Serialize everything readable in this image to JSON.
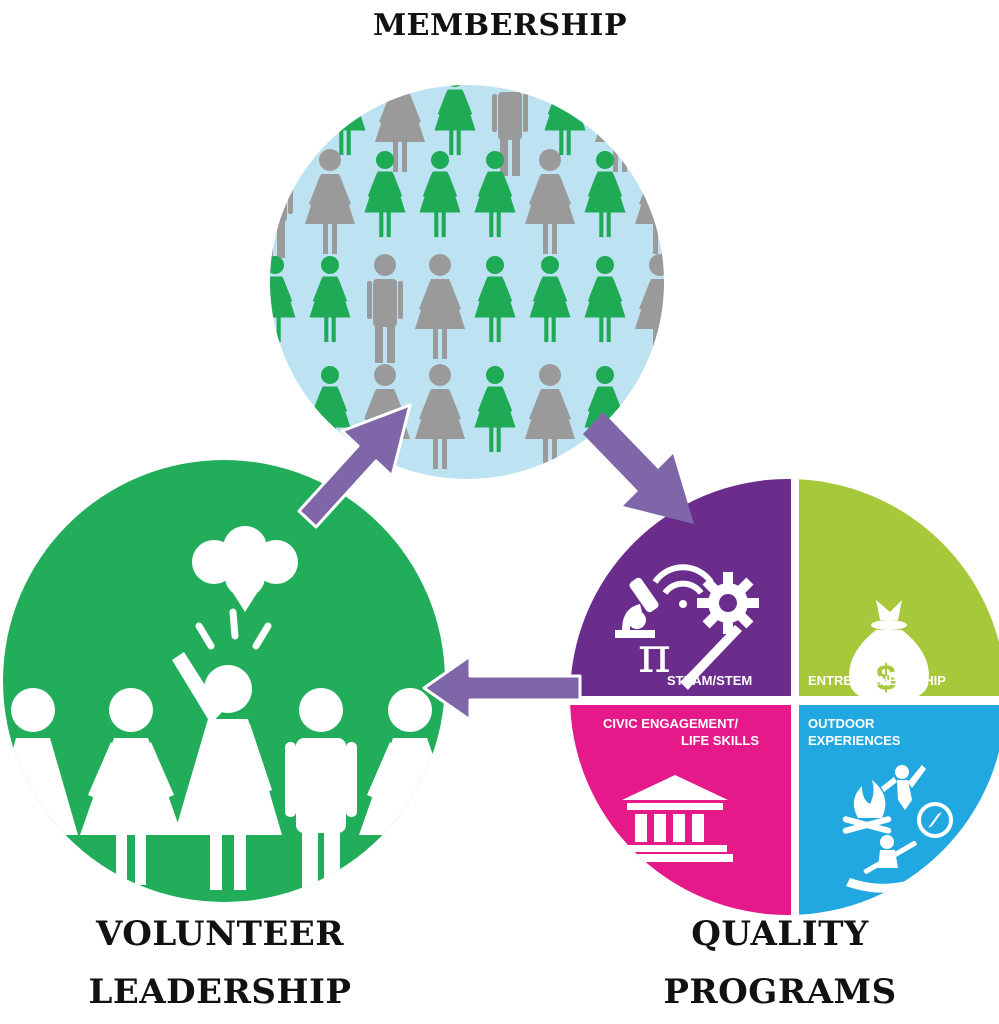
{
  "labels": {
    "membership": "MEMBERSHIP",
    "volunteer_line1": "VOLUNTEER",
    "volunteer_line2": "LEADERSHIP",
    "quality_line1": "QUALITY",
    "quality_line2": "PROGRAMS"
  },
  "program_segments": {
    "steam": "STEAM/STEM",
    "entrepreneurship": "ENTREPRENEURSHIP",
    "civic_line1": "CIVIC ENGAGEMENT/",
    "civic_line2": "LIFE SKILLS",
    "outdoor_line1": "OUTDOOR",
    "outdoor_line2": "EXPERIENCES",
    "pi_symbol": "π",
    "dollar_symbol": "$"
  },
  "colors": {
    "membership_bg": "#bde3f2",
    "person_green": "#1faa55",
    "person_gray": "#9a9a9a",
    "volunteer_green": "#22ad5a",
    "arrow_purple": "#7f66a8",
    "steam_purple": "#6b2d8c",
    "entrepreneurship_lime": "#a6c83a",
    "civic_magenta": "#e6198a",
    "outdoor_blue": "#22a8e0"
  }
}
